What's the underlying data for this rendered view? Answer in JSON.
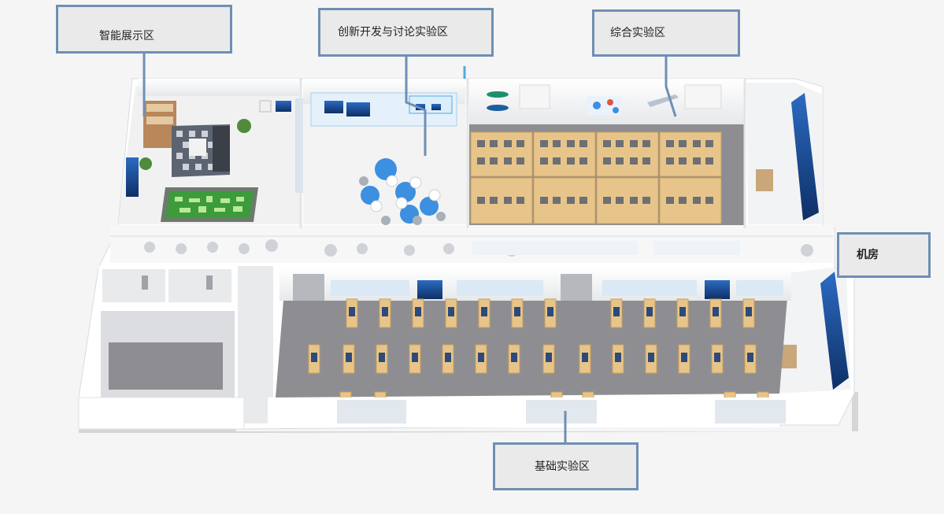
{
  "title": "",
  "zones": {
    "smart_display": "智能展示区",
    "innovation": "创新开发与讨论实验区",
    "general": "综合实验区",
    "machine_room": "机房",
    "basic": "基础实验区"
  },
  "colors": {
    "callout_border": "#6f8fb4",
    "callout_fill": "#eaeaea",
    "leader_line": "#6f8fb4",
    "floor": "#8e8e92",
    "desk_wood": "#e7c58a",
    "screen_blue": "#1d4f9a",
    "wall": "#ffffff",
    "glass": "#dfe7ee"
  }
}
